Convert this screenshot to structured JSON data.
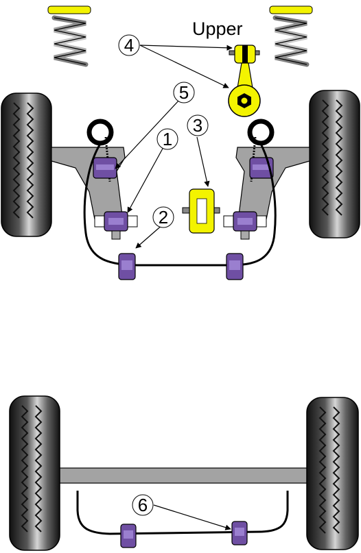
{
  "labels": {
    "upper": "Upper",
    "callouts": [
      "1",
      "2",
      "3",
      "4",
      "5",
      "6"
    ]
  },
  "colors": {
    "bush_yellow": "#f3f300",
    "bush_purple": "#6f4fa3",
    "bush_purple_light": "#9a7fcf",
    "arm_grey": "#a3a3a3",
    "tyre_dark": "#222222",
    "tyre_light": "#c9c9c9",
    "spring_grey": "#9a9a9a",
    "line": "#000000"
  },
  "icons": {
    "tyre": "tyre-icon",
    "coil_spring": "coil-spring-icon",
    "bush": "bush-icon",
    "anti_roll_bar": "anti-roll-bar-icon"
  }
}
